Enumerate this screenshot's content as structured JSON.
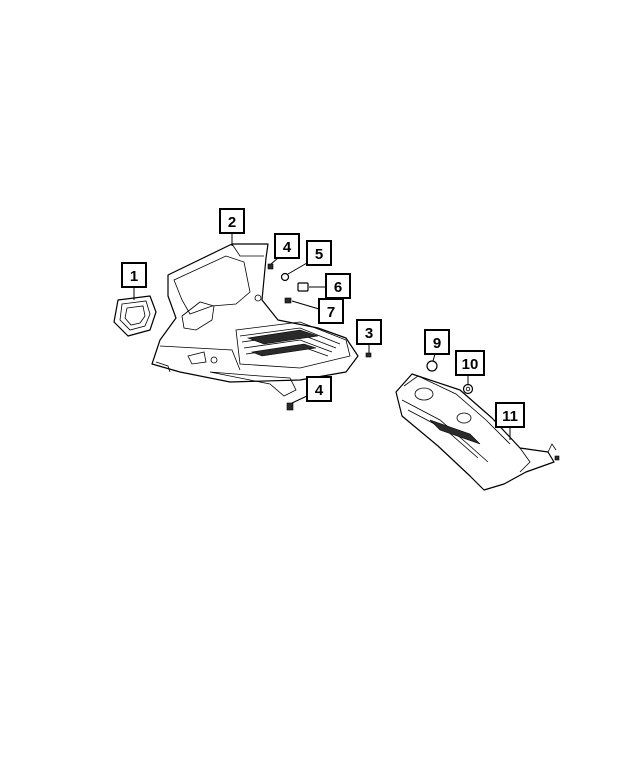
{
  "callouts": [
    {
      "id": "c1",
      "label": "1"
    },
    {
      "id": "c2",
      "label": "2"
    },
    {
      "id": "c3",
      "label": "3"
    },
    {
      "id": "c4a",
      "label": "4"
    },
    {
      "id": "c4b",
      "label": "4"
    },
    {
      "id": "c5",
      "label": "5"
    },
    {
      "id": "c6",
      "label": "6"
    },
    {
      "id": "c7",
      "label": "7"
    },
    {
      "id": "c9",
      "label": "9"
    },
    {
      "id": "c10",
      "label": "10"
    },
    {
      "id": "c11",
      "label": "11"
    }
  ],
  "colors": {
    "line": "#000000",
    "fill": "#ffffff",
    "shade": "#2a2a2a"
  }
}
